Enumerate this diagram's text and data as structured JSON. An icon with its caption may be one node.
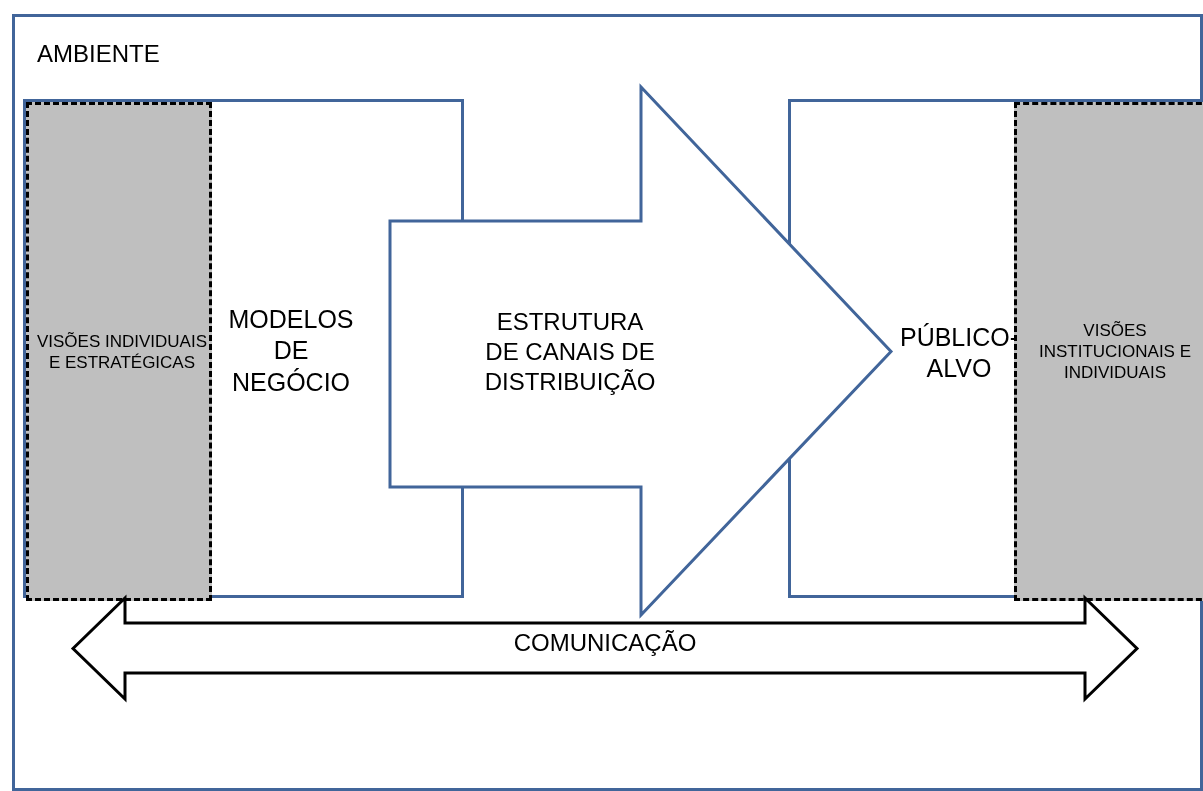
{
  "diagram": {
    "nodes": [
      {
        "text": [
          "AMBIENTE"
        ]
      },
      {
        "text": [
          "MODELOS DE NEGÓCIO"
        ],
        "in": 0
      },
      {
        "text": [
          "VISÕES INDIVIDUAIS E ESTRATÉGICAS"
        ],
        "in": 1
      },
      {
        "text": [
          "ESTRUTURA DE CANAIS DE DISTRIBUIÇÃO"
        ],
        "in": 0
      },
      {
        "text": [
          "PÚBLICO-ALVO"
        ],
        "in": 0
      },
      {
        "text": [
          "VISÕES INSTITUCIONAIS E INDIVIDUAIS"
        ],
        "in": 4
      },
      {
        "text": [
          "COMUNICAÇÃO"
        ],
        "in": 0
      }
    ]
  }
}
